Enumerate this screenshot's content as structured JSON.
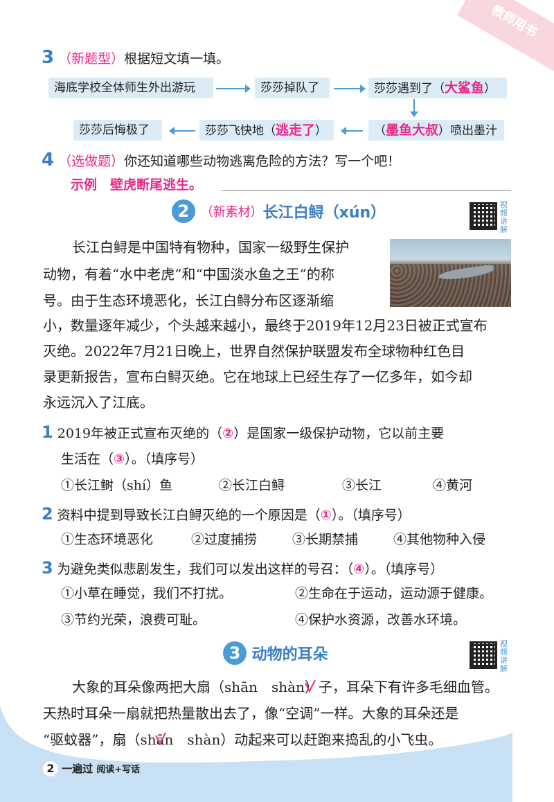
{
  "corner_stamp": "教师用书",
  "q3": {
    "num": "3",
    "tag": "（新题型）",
    "prompt": "根据短文填一填。",
    "flow": {
      "b1": "海底学校全体师生外出游玩",
      "b2": "莎莎掉队了",
      "b3_pre": "莎莎遇到了（",
      "b3_ans": "大鲨鱼",
      "b3_post": "）",
      "b4_pre": "（",
      "b4_ans": "墨鱼大叔",
      "b4_post": "）喷出墨汁",
      "b5_pre": "莎莎飞快地（",
      "b5_ans": "逃走了",
      "b5_post": "）",
      "b6": "莎莎后悔极了"
    }
  },
  "q4": {
    "num": "4",
    "tag": "（选做题）",
    "prompt": "你还知道哪些动物逃离危险的方法？写一个吧！",
    "answer": "示例　壁虎断尾逃生。"
  },
  "section2": {
    "num": "2",
    "tag": "（新素材）",
    "title": "长江白鲟（xún）",
    "qr_label": "视频讲解",
    "paragraph_lines": [
      "长江白鲟是中国特有物种，国家一级野生保护",
      "动物，有着“水中老虎”和“中国淡水鱼之王”的称",
      "号。由于生态环境恶化，长江白鲟分布区逐渐缩",
      "小，数量逐年减少，个头越来越小，最终于2019年12月23日被正式宣布",
      "灭绝。2022年7月21日晚上，世界自然保护联盟发布全球物种红色目",
      "录更新报告，宣布白鲟灭绝。它在地球上已经生存了一亿多年，如今却",
      "永远沉入了江底。"
    ],
    "questions": [
      {
        "num": "1",
        "line1_pre": "2019年被正式宣布灭绝的（",
        "line1_ans": "②",
        "line1_post": "）是国家一级保护动物，它以前主要",
        "line2_pre": "生活在（",
        "line2_ans": "③",
        "line2_post": "）。（填序号）",
        "options": [
          "①长江鲥（shí）鱼",
          "②长江白鲟",
          "③长江",
          "④黄河"
        ]
      },
      {
        "num": "2",
        "line1_pre": "资料中提到导致长江白鲟灭绝的一个原因是（",
        "line1_ans": "①",
        "line1_post": "）。（填序号）",
        "options": [
          "①生态环境恶化",
          "②过度捕捞",
          "③长期禁捕",
          "④其他物种入侵"
        ]
      },
      {
        "num": "3",
        "line1_pre": "为避免类似悲剧发生，我们可以发出这样的号召：（",
        "line1_ans": "④",
        "line1_post": "）。（填序号）",
        "options": [
          "①小草在睡觉，我们不打扰。",
          "②生命在于运动，运动源于健康。",
          "③节约光荣，浪费可耻。",
          "④保护水资源，改善水环境。"
        ]
      }
    ]
  },
  "section3": {
    "num": "3",
    "title": "动物的耳朵",
    "qr_label": "视频讲解",
    "line1_pre": "大象的耳朵像两把大扇（shān",
    "line1_mid": "shàn",
    "line1_post": "）子，耳朵下有许多毛细血管。",
    "line2": "天热时耳朵一扇就把热量散出去了，像“空调”一样。大象的耳朵还是",
    "line3_pre": "“驱蚊器”，扇（",
    "line3_mid": "shān",
    "line3_post": "shàn）动起来可以赶跑来捣乱的小飞虫。"
  },
  "footer": {
    "page_num": "2",
    "brand": "一遍过",
    "sub": "阅读+写话"
  },
  "colors": {
    "accent_blue": "#4a9bd6",
    "answer_pink": "#e6298a",
    "flow_box": "#dcecf7",
    "footer_blue": "#a8cdee"
  }
}
